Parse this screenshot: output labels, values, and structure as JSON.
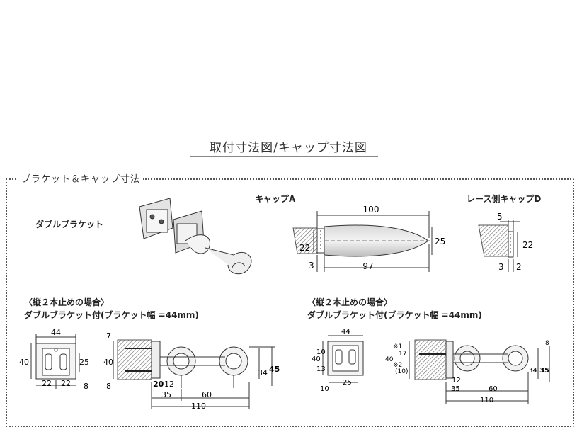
{
  "header": {
    "title": "取付寸法図/キャップ寸法図"
  },
  "section": {
    "label": "ブラケット＆キャップ寸法"
  },
  "bracket": {
    "label": "ダブルブラケット"
  },
  "cap_a": {
    "label": "キャップA",
    "dims": {
      "length": "100",
      "diameter": "25",
      "rod": "22",
      "gap": "3",
      "body": "97"
    }
  },
  "cap_d": {
    "label": "レース側キャップD",
    "dims": {
      "top": "5",
      "height": "22",
      "gap": "3",
      "depth": "2"
    }
  },
  "install_left": {
    "note": "〈縦２本止めの場合〉",
    "title": "ダブルブラケット付(ブラケット幅 =44mm)",
    "front": {
      "w": "44",
      "h": "40",
      "h2": "25",
      "b1": "22",
      "b2": "22",
      "b3": "8"
    },
    "side": {
      "t1": "7",
      "h": "40",
      "t2": "8",
      "p1": "20",
      "p2": "12",
      "d1": "35",
      "d2": "60",
      "total": "110",
      "r1": "34",
      "r2": "45"
    }
  },
  "install_right": {
    "note": "〈縦２本止めの場合〉",
    "title": "ダブルブラケット付(ブラケット幅 =44mm)",
    "front": {
      "w": "44",
      "h": "40",
      "a": "10",
      "b": "13",
      "c": "25",
      "d": "10"
    },
    "side": {
      "n1": "※1",
      "n2": "※2",
      "v1": "17",
      "v2": "(10)",
      "h": "40",
      "t": "8",
      "p": "12",
      "d1": "35",
      "d2": "60",
      "total": "110",
      "r1": "34",
      "r2": "35"
    }
  }
}
